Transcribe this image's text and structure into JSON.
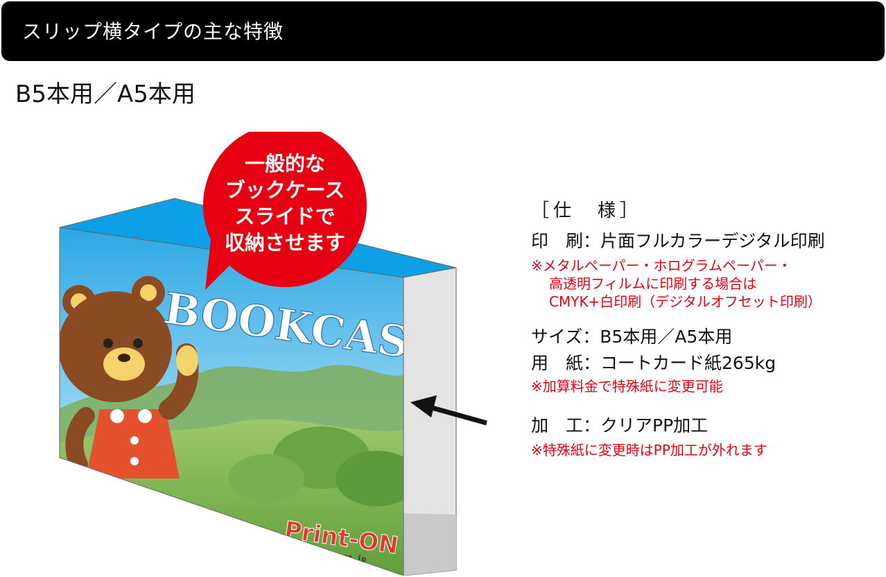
{
  "header": {
    "title": "スリップ横タイプの主な特徴"
  },
  "subtitle": "B5本用／A5本用",
  "illustration": {
    "bubble_lines": [
      "一般的な",
      "ブックケース",
      "スライドで",
      "収納させます"
    ],
    "case_title": "BOOKCASE",
    "logo": "Print-ON",
    "logo_url": "www.print-on.jp"
  },
  "spec": {
    "heading": "［仕　様］",
    "printing": "印　刷：片面フルカラーデジタル印刷",
    "printing_note": [
      "※メタルペーパー・ホログラムペーパー・",
      "高透明フィルムに印刷する場合は",
      "CMYK+白印刷（デジタルオフセット印刷）"
    ],
    "size": "サイズ：B5本用／A5本用",
    "paper": "用　紙：コートカード紙265kg",
    "paper_note": "※加算料金で特殊紙に変更可能",
    "finish": "加　工：クリアPP加工",
    "finish_note": "※特殊紙に変更時はPP加工が外れます"
  },
  "colors": {
    "header_bg": "#000000",
    "bubble_red": "#e60012",
    "note_red": "#e60012",
    "sky_top": "#1aa0e0",
    "side_gray": "#e3e3e3"
  }
}
